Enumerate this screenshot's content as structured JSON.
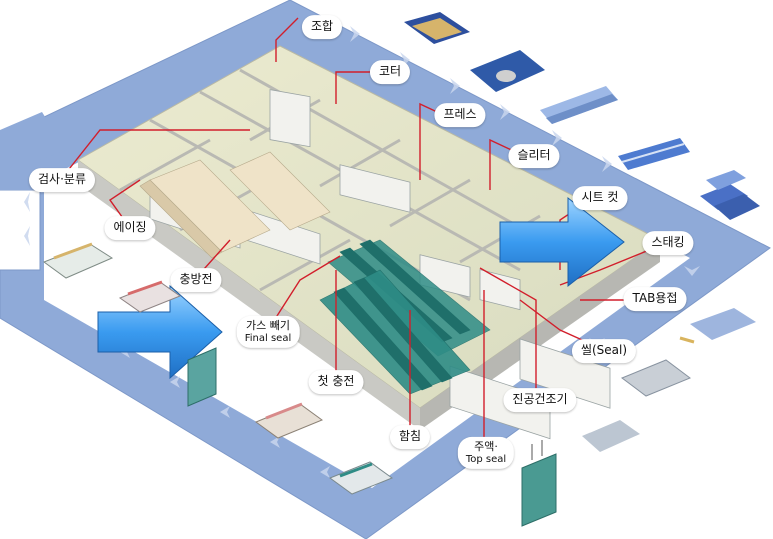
{
  "process_steps": {
    "combine": "조합",
    "coater": "코터",
    "press": "프레스",
    "slitter": "슬리터",
    "sheet_cut": "시트 컷",
    "stacking": "스태킹",
    "tab_welding": "TAB용접",
    "seal": "씰(Seal)",
    "vacuum_dryer": "진공건조기",
    "injection_line1": "주액·",
    "injection_line2": "Top seal",
    "impregnation": "함침",
    "first_charge": "첫 충전",
    "degas_line1": "가스 빼기",
    "degas_line2": "Final seal",
    "charge_discharge": "충방전",
    "aging": "에이징",
    "inspection_sorting": "검사·분류"
  },
  "colors": {
    "belt": "#8FAAD8",
    "belt_chevron": "#C9D6EE",
    "flow_arrow": "#2E8FE6",
    "leader_line": "#D21E2B",
    "floor": "#E6E6C8",
    "walls": "#D3D3D0",
    "battery_racks": "#2E8C86"
  }
}
